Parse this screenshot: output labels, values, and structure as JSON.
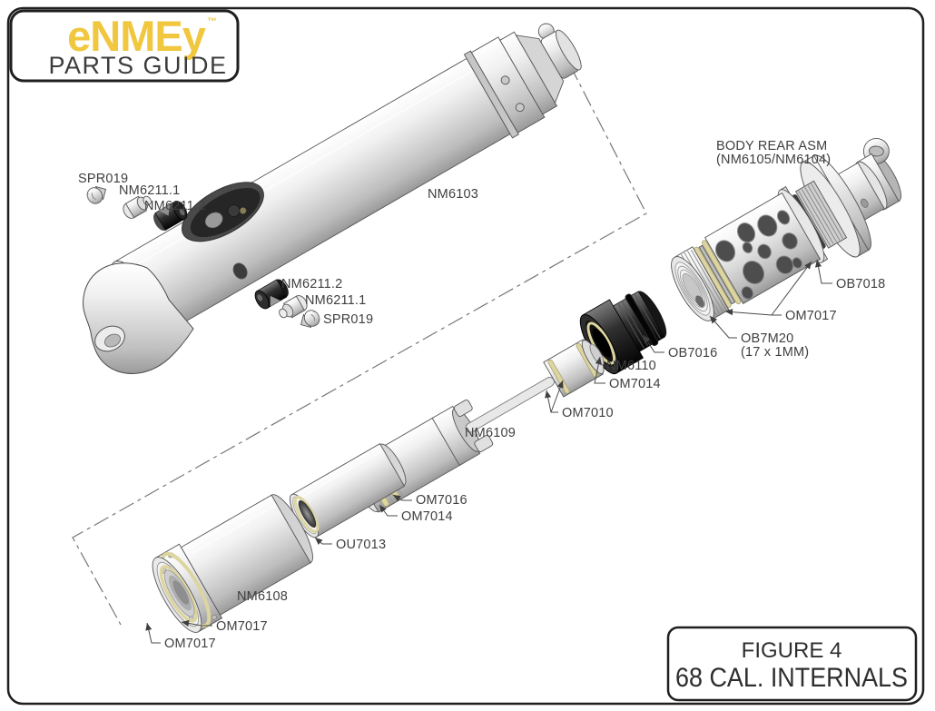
{
  "logo": {
    "brand": "eNMEy",
    "trademark": "™",
    "subtitle": "PARTS GUIDE"
  },
  "figure_box": {
    "figure": "FIGURE 4",
    "title": "68 CAL. INTERNALS"
  },
  "callouts": {
    "spr019_upper": "SPR019",
    "nm6211_1_upper": "NM6211.1",
    "nm6211_2_upper": "NM6211.2",
    "nm6103": "NM6103",
    "nm6211_2_mid": "NM6211.2",
    "nm6211_1_mid": "NM6211.1",
    "spr019_mid": "SPR019",
    "body_rear_asm_1": "BODY REAR ASM",
    "body_rear_asm_2": "(NM6105/NM6104)",
    "ob7018": "OB7018",
    "om7017_rear": "OM7017",
    "ob7m20_1": "OB7M20",
    "ob7m20_2": "(17 x 1MM)",
    "ob7016": "OB7016",
    "nm6110": "NM6110",
    "om7014_valve": "OM7014",
    "om7010": "OM7010",
    "nm6109": "NM6109",
    "om7016_bolt": "OM7016",
    "om7014_bolt": "OM7014",
    "ou7013": "OU7013",
    "nm6108": "NM6108",
    "om7017_outer": "OM7017",
    "om7017_inner": "OM7017"
  },
  "colors": {
    "brand_yellow": "#f0c73e",
    "label_text": "#3f3f3f",
    "line_black": "#1f1f1f",
    "oring_cream": "#ddd5a0",
    "part_black": "#1a1a1a"
  }
}
